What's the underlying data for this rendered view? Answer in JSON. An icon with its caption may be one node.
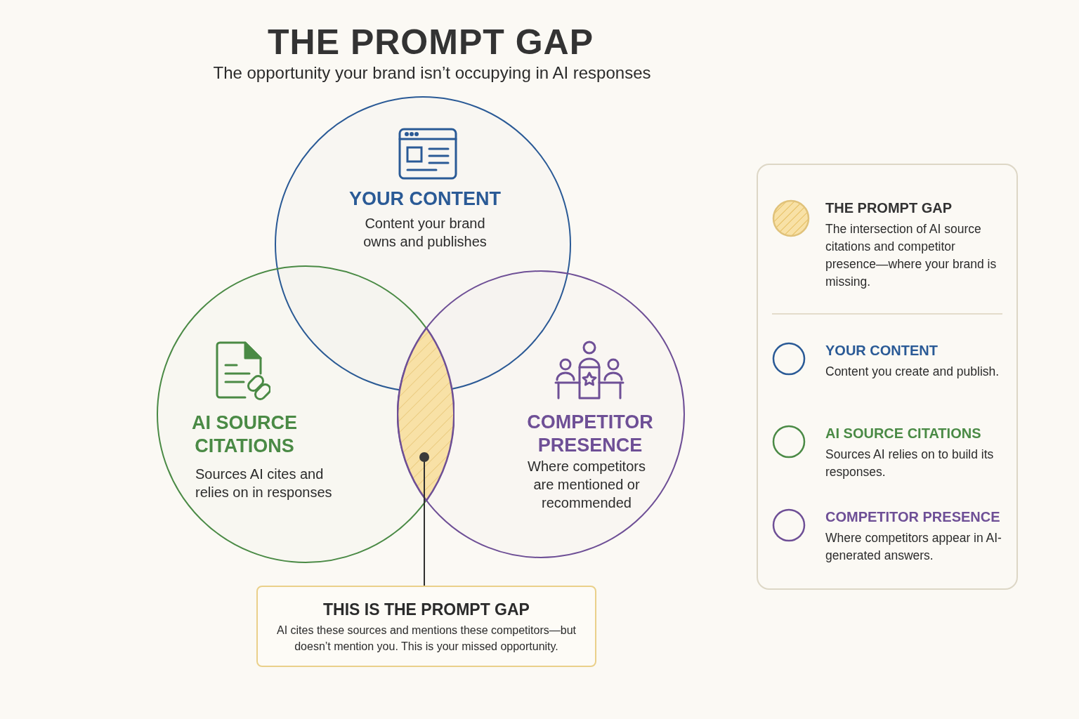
{
  "diagram": {
    "title": "THE PROMPT GAP",
    "caption": "The opportunity your brand isn’t occupying in AI responses",
    "nodes": [
      {
        "text": [
          "YOUR CONTENT",
          "Content your brand owns and publishes"
        ]
      },
      {
        "text": [
          "AI SOURCE CITATIONS",
          "Sources AI cites and relies on in responses"
        ]
      },
      {
        "text": [
          "COMPETITOR PRESENCE",
          "Where competitors are mentioned or recommended"
        ]
      },
      {
        "text": [],
        "shape": "lens"
      },
      {
        "text": [
          "THIS IS THE PROMPT GAP",
          "AI cites these sources and mentions these competitors—but doesn’t mention you. This is your missed opportunity."
        ]
      },
      {
        "text": [],
        "shape": "box"
      },
      {
        "text": [
          "THE PROMPT GAP",
          "The intersection of AI source citations and competitor presence—where your brand is missing."
        ],
        "in": 5
      },
      {
        "text": [
          "YOUR CONTENT",
          "Content you create and publish."
        ],
        "in": 5
      },
      {
        "text": [
          "AI SOURCE CITATIONS",
          "Sources AI relies on to build its responses."
        ],
        "in": 5
      },
      {
        "text": [
          "COMPETITOR PRESENCE",
          "Where competitors appear in AI-generated answers."
        ],
        "in": 5
      }
    ],
    "edges": [
      {
        "from": 4,
        "to": 3,
        "arrow": "other"
      }
    ]
  }
}
